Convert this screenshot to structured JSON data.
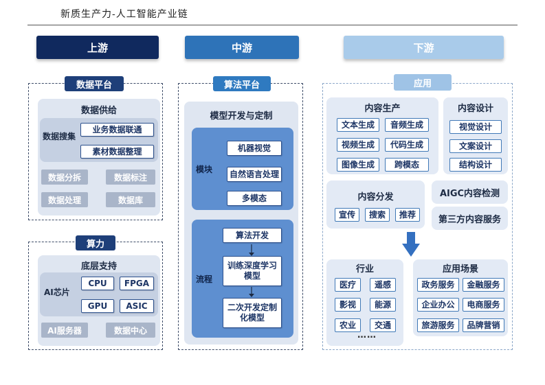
{
  "page_title": "新质生产力-人工智能产业链",
  "columns": {
    "upstream": "上游",
    "midstream": "中游",
    "downstream": "下游"
  },
  "upstream": {
    "data_platform": {
      "tag": "数据平台",
      "supply_title": "数据供给",
      "collect": "数据搜集",
      "collect_items": [
        "业务数据联通",
        "素材数据整理"
      ],
      "items": [
        "数据分拆",
        "数据标注",
        "数据处理",
        "数据库"
      ]
    },
    "compute": {
      "tag": "算力",
      "base_title": "底层支持",
      "chips": "AI芯片",
      "chip_items": [
        "CPU",
        "FPGA",
        "GPU",
        "ASIC"
      ],
      "items": [
        "AI服务器",
        "数据中心"
      ]
    }
  },
  "midstream": {
    "tag": "算法平台",
    "dev_title": "模型开发与定制",
    "module_label": "模块",
    "modules": [
      "机器视觉",
      "自然语言处理",
      "多模态"
    ],
    "flow_label": "流程",
    "flow": [
      "算法开发",
      "训练深度学习模型",
      "二次开发定制化模型"
    ]
  },
  "downstream": {
    "tag": "应用",
    "content_production": {
      "title": "内容生产",
      "items": [
        "文本生成",
        "音频生成",
        "视频生成",
        "代码生成",
        "图像生成",
        "跨模态"
      ]
    },
    "content_design": {
      "title": "内容设计",
      "items": [
        "视觉设计",
        "文案设计",
        "结构设计"
      ]
    },
    "content_distribution": {
      "title": "内容分发",
      "items": [
        "宣传",
        "搜索",
        "推荐"
      ]
    },
    "aigc_detection": "AIGC内容检测",
    "third_party": "第三方内容服务",
    "industry": {
      "title": "行业",
      "items": [
        "医疗",
        "遥感",
        "影视",
        "能源",
        "农业",
        "交通"
      ],
      "more": "……"
    },
    "scenarios": {
      "title": "应用场景",
      "items": [
        "政务服务",
        "金融服务",
        "企业办公",
        "电商服务",
        "旅游服务",
        "品牌营销"
      ]
    }
  },
  "colors": {
    "upstream_header": "#10295e",
    "midstream_header": "#2e73b8",
    "downstream_header": "#a9cbea",
    "arrow": "#3470c0"
  }
}
